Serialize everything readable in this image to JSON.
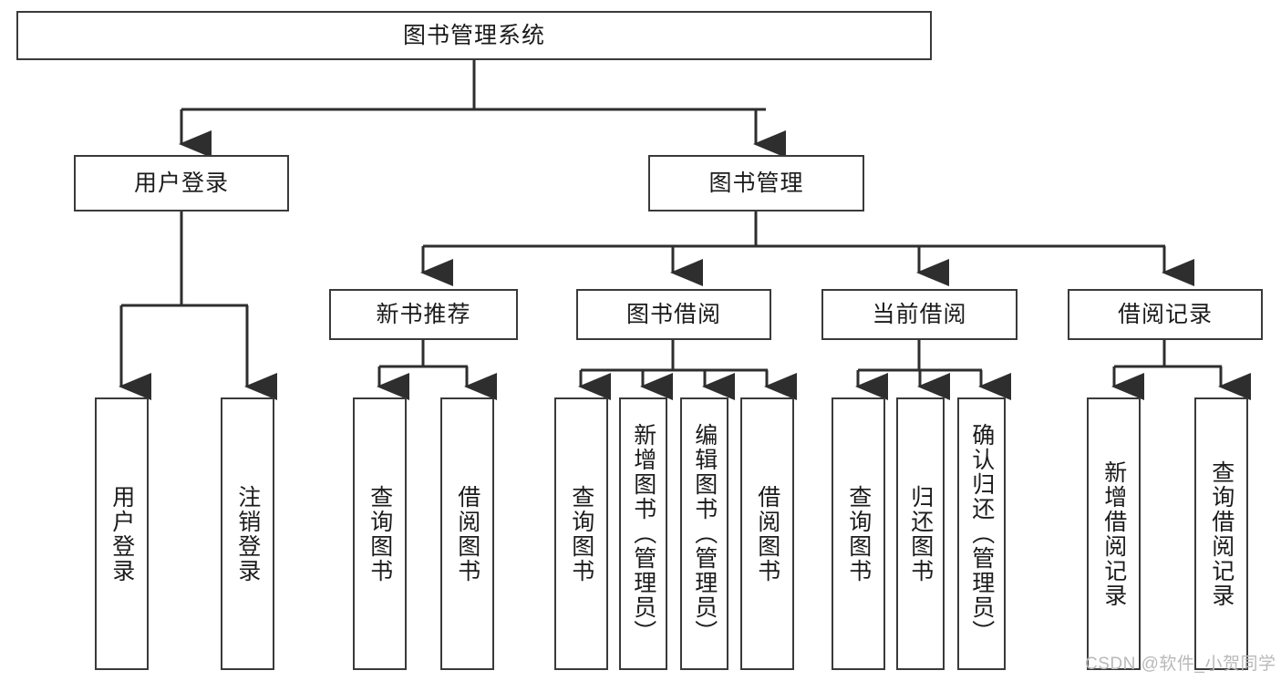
{
  "diagram": {
    "title": "图书管理系统",
    "type": "tree-hierarchy-chart",
    "root": {
      "label": "图书管理系统"
    },
    "level2": [
      {
        "label": "用户登录"
      },
      {
        "label": "图书管理"
      }
    ],
    "level3": [
      {
        "label": "新书推荐"
      },
      {
        "label": "图书借阅"
      },
      {
        "label": "当前借阅"
      },
      {
        "label": "借阅记录"
      }
    ],
    "leaves": {
      "user_login": [
        {
          "label": "用户登录"
        },
        {
          "label": "注销登录"
        }
      ],
      "new_book_recommend": [
        {
          "label": "查询图书"
        },
        {
          "label": "借阅图书"
        }
      ],
      "book_borrow": [
        {
          "label": "查询图书"
        },
        {
          "label": "新增图书（管理员）"
        },
        {
          "label": "编辑图书（管理员）"
        },
        {
          "label": "借阅图书"
        }
      ],
      "current_borrow": [
        {
          "label": "查询图书"
        },
        {
          "label": "归还图书"
        },
        {
          "label": "确认归还（管理员）"
        }
      ],
      "borrow_record": [
        {
          "label": "新增借阅记录"
        },
        {
          "label": "查询借阅记录"
        }
      ]
    }
  },
  "watermark": {
    "text": "CSDN @软件_小贺同学"
  },
  "colors": {
    "stroke": "#3a3a3a",
    "text": "#1b1b1b",
    "background": "#ffffff",
    "watermark": "#b9b9b9"
  }
}
